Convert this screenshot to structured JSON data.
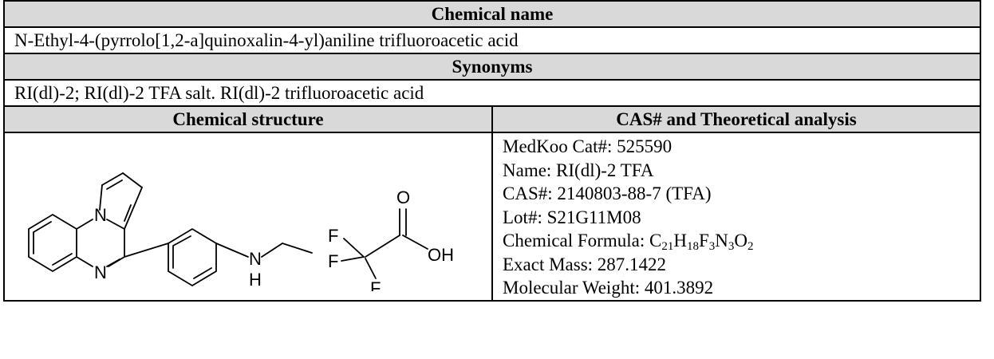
{
  "header_chemical_name": "Chemical name",
  "chemical_name": "N-Ethyl-4-(pyrrolo[1,2-a]quinoxalin-4-yl)aniline trifluoroacetic acid",
  "header_synonyms": "Synonyms",
  "synonyms": "RI(dl)-2; RI(dl)-2 TFA salt. RI(dl)-2 trifluoroacetic acid",
  "header_structure": "Chemical structure",
  "header_cas": "CAS# and Theoretical analysis",
  "structure_labels": {
    "n_ring_top": "N",
    "n_ring_bottom": "N",
    "n_amine": "N",
    "h_amine": "H",
    "o_carbonyl": "O",
    "oh": "OH",
    "f1": "F",
    "f2": "F",
    "f3": "F"
  },
  "info": {
    "cat": "MedKoo Cat#: 525590",
    "name": "Name: RI(dl)-2 TFA",
    "cas": "CAS#: 2140803-88-7 (TFA)",
    "lot": "Lot#: S21G11M08",
    "formula_label": "Chemical Formula: ",
    "formula_parts": [
      "C",
      "21",
      "H",
      "18",
      "F",
      "3",
      "N",
      "3",
      "O",
      "2"
    ],
    "exact_mass": "Exact Mass: 287.1422",
    "mw": "Molecular Weight: 401.3892"
  }
}
